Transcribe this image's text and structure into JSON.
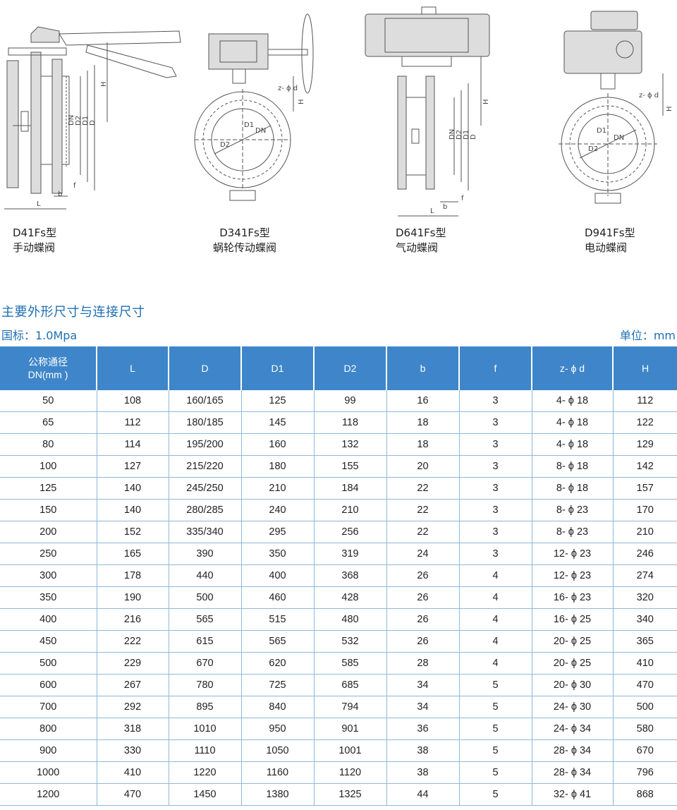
{
  "models": [
    {
      "code": "D41Fs型",
      "name": "手动蝶阀"
    },
    {
      "code": "D341Fs型",
      "name": "蜗轮传动蝶阀"
    },
    {
      "code": "D641Fs型",
      "name": "气动蝶阀"
    },
    {
      "code": "D941Fs型",
      "name": "电动蝶阀"
    }
  ],
  "dim_labels": {
    "L": "L",
    "D": "D",
    "D1": "D1",
    "D2": "D2",
    "DN": "DN",
    "H": "H",
    "b": "b",
    "f": "f",
    "z": "z- ϕ d"
  },
  "section": {
    "title": "主要外形尺寸与连接尺寸",
    "standard": "国标：1.0Mpa",
    "unit": "单位：mm"
  },
  "table": {
    "headers": [
      "公称通径",
      "DN(mm )",
      "L",
      "D",
      "D1",
      "D2",
      "b",
      "f",
      "z- ϕ d",
      "H"
    ],
    "rows": [
      [
        "50",
        "108",
        "160/165",
        "125",
        "99",
        "16",
        "3",
        "4- ϕ 18",
        "112"
      ],
      [
        "65",
        "112",
        "180/185",
        "145",
        "118",
        "18",
        "3",
        "4- ϕ 18",
        "122"
      ],
      [
        "80",
        "114",
        "195/200",
        "160",
        "132",
        "18",
        "3",
        "4- ϕ 18",
        "129"
      ],
      [
        "100",
        "127",
        "215/220",
        "180",
        "155",
        "20",
        "3",
        "8- ϕ 18",
        "142"
      ],
      [
        "125",
        "140",
        "245/250",
        "210",
        "184",
        "22",
        "3",
        "8- ϕ 18",
        "157"
      ],
      [
        "150",
        "140",
        "280/285",
        "240",
        "210",
        "22",
        "3",
        "8- ϕ 23",
        "170"
      ],
      [
        "200",
        "152",
        "335/340",
        "295",
        "256",
        "22",
        "3",
        "8- ϕ 23",
        "210"
      ],
      [
        "250",
        "165",
        "390",
        "350",
        "319",
        "24",
        "3",
        "12- ϕ 23",
        "246"
      ],
      [
        "300",
        "178",
        "440",
        "400",
        "368",
        "26",
        "4",
        "12- ϕ 23",
        "274"
      ],
      [
        "350",
        "190",
        "500",
        "460",
        "428",
        "26",
        "4",
        "16- ϕ 23",
        "320"
      ],
      [
        "400",
        "216",
        "565",
        "515",
        "480",
        "26",
        "4",
        "16- ϕ 25",
        "340"
      ],
      [
        "450",
        "222",
        "615",
        "565",
        "532",
        "26",
        "4",
        "20- ϕ 25",
        "365"
      ],
      [
        "500",
        "229",
        "670",
        "620",
        "585",
        "28",
        "4",
        "20- ϕ 25",
        "410"
      ],
      [
        "600",
        "267",
        "780",
        "725",
        "685",
        "34",
        "5",
        "20- ϕ 30",
        "470"
      ],
      [
        "700",
        "292",
        "895",
        "840",
        "794",
        "34",
        "5",
        "24- ϕ 30",
        "500"
      ],
      [
        "800",
        "318",
        "1010",
        "950",
        "901",
        "36",
        "5",
        "24- ϕ 34",
        "580"
      ],
      [
        "900",
        "330",
        "1110",
        "1050",
        "1001",
        "38",
        "5",
        "28- ϕ 34",
        "670"
      ],
      [
        "1000",
        "410",
        "1220",
        "1160",
        "1120",
        "38",
        "5",
        "28- ϕ 34",
        "796"
      ],
      [
        "1200",
        "470",
        "1450",
        "1380",
        "1325",
        "44",
        "5",
        "32- ϕ 41",
        "868"
      ]
    ]
  }
}
